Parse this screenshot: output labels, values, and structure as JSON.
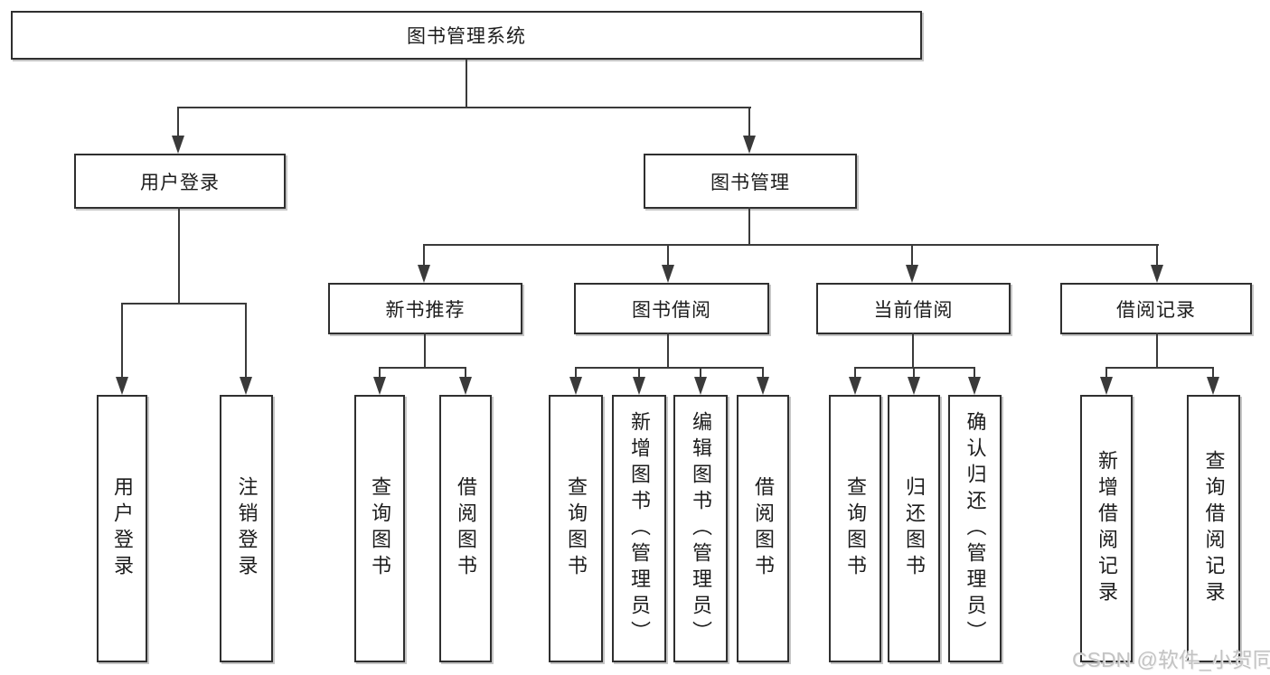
{
  "root": {
    "label": "图书管理系统"
  },
  "branches": {
    "user": {
      "label": "用户登录",
      "children": [
        {
          "label": "用户登录"
        },
        {
          "label": "注销登录"
        }
      ]
    },
    "books": {
      "label": "图书管理",
      "sections": [
        {
          "label": "新书推荐",
          "children": [
            {
              "label": "查询图书"
            },
            {
              "label": "借阅图书"
            }
          ]
        },
        {
          "label": "图书借阅",
          "children": [
            {
              "label": "查询图书"
            },
            {
              "label": "新增图书（管理员）"
            },
            {
              "label": "编辑图书（管理员）"
            },
            {
              "label": "借阅图书"
            }
          ]
        },
        {
          "label": "当前借阅",
          "children": [
            {
              "label": "查询图书"
            },
            {
              "label": "归还图书"
            },
            {
              "label": "确认归还（管理员）"
            }
          ]
        },
        {
          "label": "借阅记录",
          "children": [
            {
              "label": "新增借阅记录"
            },
            {
              "label": "查询借阅记录"
            }
          ]
        }
      ]
    }
  },
  "watermark": {
    "text": "CSDN @软件_小贺同学"
  },
  "colors": {
    "line": "#3a3a3a",
    "box_border": "#2f2f2f",
    "text": "#1c1c1c",
    "watermark": "#c3c3c3",
    "background": "#ffffff"
  }
}
